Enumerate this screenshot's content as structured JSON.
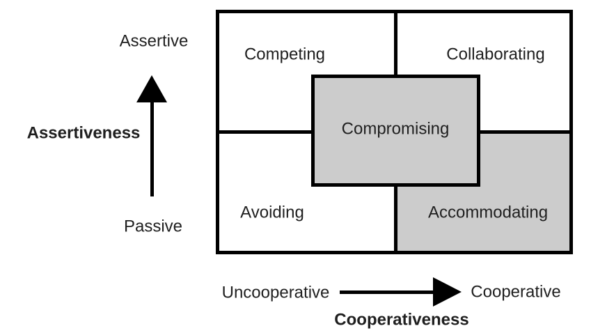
{
  "quadrants": {
    "competing": {
      "label": "Competing",
      "shaded": false
    },
    "collaborating": {
      "label": "Collaborating",
      "shaded": false
    },
    "compromising": {
      "label": "Compromising",
      "shaded": true
    },
    "avoiding": {
      "label": "Avoiding",
      "shaded": false
    },
    "accommodating": {
      "label": "Accommodating",
      "shaded": true
    }
  },
  "axes": {
    "assertiveness": {
      "label": "Assertiveness",
      "high_end": "Assertive",
      "low_end": "Passive",
      "direction": "up-arrow"
    },
    "cooperativeness": {
      "label": "Cooperativeness",
      "low_end": "Uncooperative",
      "high_end": "Cooperative",
      "direction": "right-arrow"
    }
  },
  "colors": {
    "background": "#ffffff",
    "line": "#000000",
    "text": "#1f1f1f",
    "shaded_fill": "#cccccc"
  }
}
